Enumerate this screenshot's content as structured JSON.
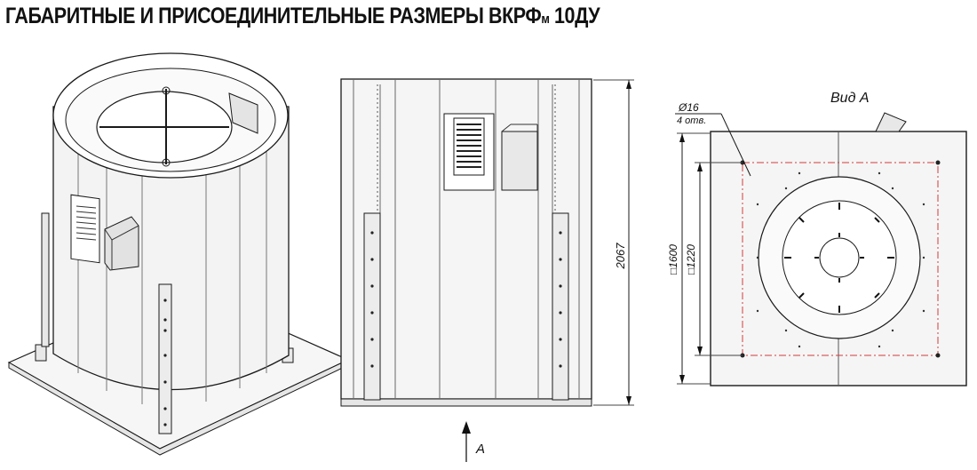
{
  "title": {
    "main": "ГАБАРИТНЫЕ И ПРИСОЕДИНИТЕЛЬНЫЕ РАЗМЕРЫ ВКРФ",
    "subscript": "м",
    "suffix": " 10ДУ"
  },
  "front_view": {
    "height_dim": "2067",
    "view_arrow_label": "А"
  },
  "top_view": {
    "caption": "Вид А",
    "hole_dia": "Ø16",
    "hole_count": "4 отв.",
    "outer_size": "□1600",
    "bolt_size": "□1220"
  },
  "colors": {
    "line": "#1a1a1a",
    "panel": "#f4f4f4",
    "dash": "#d23a3a"
  }
}
